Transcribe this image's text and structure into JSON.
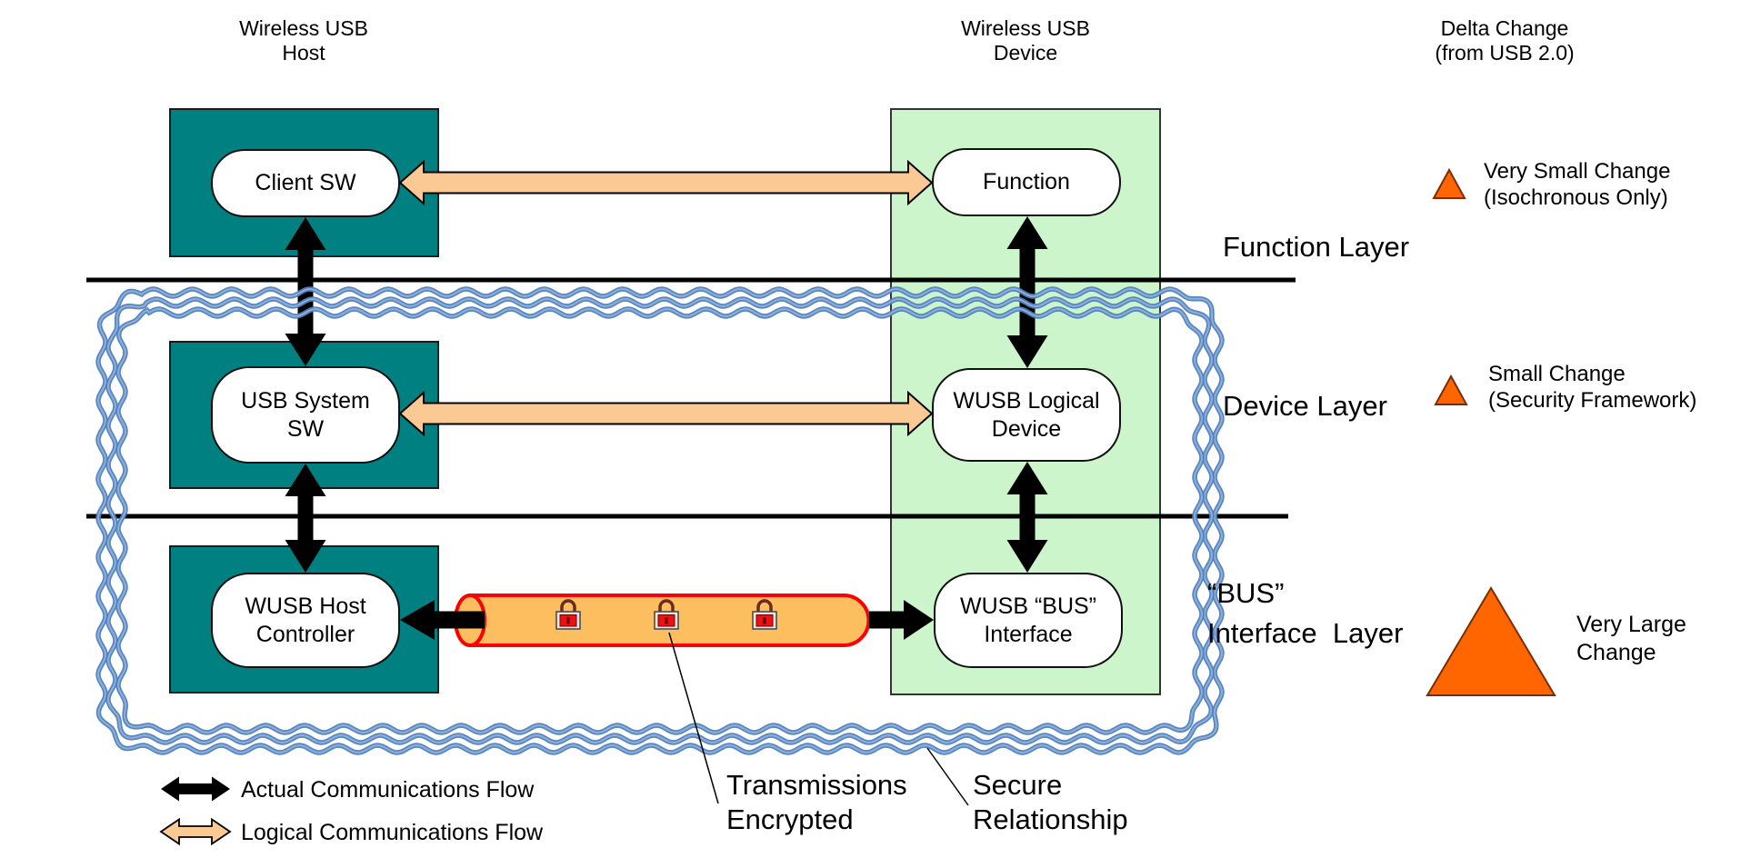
{
  "titles": {
    "host": "Wireless USB\nHost",
    "device": "Wireless USB\nDevice",
    "delta": "Delta Change\n(from USB 2.0)"
  },
  "host_column": {
    "boxes": [
      {
        "label": "Client SW"
      },
      {
        "label": "USB System\nSW"
      },
      {
        "label": "WUSB Host\nController"
      }
    ]
  },
  "device_column": {
    "boxes": [
      {
        "label": "Function"
      },
      {
        "label": "WUSB Logical\nDevice"
      },
      {
        "label": "WUSB “BUS”\nInterface"
      }
    ]
  },
  "layer_labels": {
    "function": "Function Layer",
    "device": "Device Layer",
    "bus": "“BUS”\nInterface  Layer"
  },
  "delta_legend": {
    "items": [
      {
        "size": "small",
        "label": "Very Small Change\n(Isochronous Only)"
      },
      {
        "size": "small",
        "label": "Small Change\n(Security Framework)"
      },
      {
        "size": "large",
        "label": "Very Large\nChange"
      }
    ]
  },
  "annotations": {
    "transmissions": "Transmissions\nEncrypted",
    "secure": "Secure\nRelationship"
  },
  "flow_legend": {
    "actual": "Actual Communications Flow",
    "logical": "Logical Communications Flow"
  },
  "tunnel": {
    "lock_count": 3
  },
  "colors": {
    "host_box_fill": "#008080",
    "device_box_fill": "#CCF5CC",
    "node_fill": "#FFFFFF",
    "actual_flow_black": "#000000",
    "logical_flow_tan": "#FBC993",
    "tunnel_fill": "#FCBE5E",
    "tunnel_border": "#FF0000",
    "secure_wave_blue": "#4F81BD",
    "secure_wave_core": "#93B2DE",
    "delta_triangle_orange": "#FF6600",
    "triangle_edge": "#7F2B00",
    "lock_red": "#EE1111",
    "layer_line_black": "#000000"
  }
}
